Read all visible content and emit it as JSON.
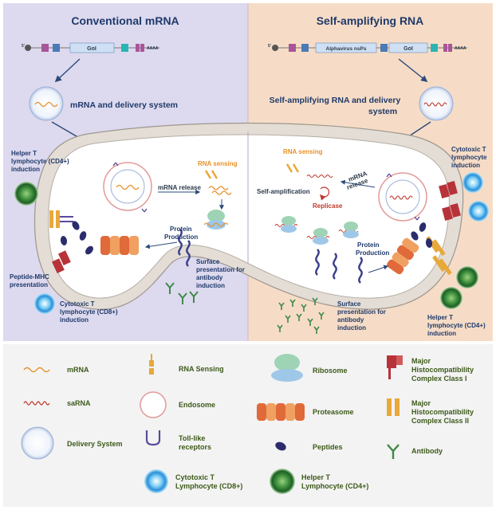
{
  "panels": {
    "left": {
      "title": "Conventional mRNA",
      "gene_label": "GoI",
      "delivery_label": "mRNA and delivery system",
      "helper_t": [
        "Helper T",
        "lymphocyte (CD4+)",
        "induction"
      ],
      "pmhc": [
        "Peptide-MHC",
        "presentation"
      ],
      "cyto_t": [
        "Cytotoxic T",
        "lymphocyte (CD8+)",
        "induction"
      ],
      "mrna_release": "mRNA release",
      "rna_sensing": "RNA sensing",
      "protein_production": [
        "Protein",
        "Production"
      ],
      "surface": [
        "Surface",
        "presentation for",
        "antibody",
        "induction"
      ]
    },
    "right": {
      "title": "Self-amplifying RNA",
      "nsp_label": "Alphavirus nsPs",
      "gene_label": "GoI",
      "delivery_label": [
        "Self-amplifying RNA and delivery",
        "system"
      ],
      "rna_sensing": "RNA sensing",
      "mrna_release": [
        "mRNA",
        "release"
      ],
      "self_amp": "Self-amplification",
      "replicase": "Replicase",
      "protein_production": [
        "Protein",
        "Production"
      ],
      "surface": [
        "Surface",
        "presentation for",
        "antibody",
        "induction"
      ],
      "cyto_t": [
        "Cytotoxic T",
        "lymphocyte",
        "induction"
      ],
      "helper_t": [
        "Helper T",
        "lymphocyte (CD4+)",
        "induction"
      ]
    }
  },
  "construct_text": {
    "cap": "5'",
    "tail": "AAAA"
  },
  "legend": {
    "mrna": "mRNA",
    "sarna": "saRNA",
    "delivery": "Delivery System",
    "rna_sensing": "RNA Sensing",
    "endosome": "Endosome",
    "tlr": [
      "Toll-like",
      "receptors"
    ],
    "cyto": [
      "Cytotoxic T",
      "Lymphocyte (CD8+)"
    ],
    "ribosome": "Ribosome",
    "proteasome": "Proteasome",
    "peptides": "Peptides",
    "helper": [
      "Helper T",
      "Lymphocyte (CD4+)"
    ],
    "mhc1": [
      "Major",
      "Histocompatibility",
      "Complex Class I"
    ],
    "mhc2": [
      "Major",
      "Histocompatibility",
      "Complex Class II"
    ],
    "antibody": "Antibody"
  },
  "colors": {
    "left_bg": "#ddd9ee",
    "right_bg": "#f6dcc6",
    "legend_bg": "#f3f3f3",
    "cell_outline": "#bdb7b0",
    "cytoplasm": "#ffffff",
    "label_blue": "#1f3a6b",
    "accent_orange": "#e8902a",
    "mhc1_red": "#b8323a",
    "mhc2_orange": "#e8a83a",
    "receptor_purple": "#5b4a9a",
    "antibody_green": "#3f8a4a",
    "ribosome_green": "#9fd3b5",
    "ribosome_blue": "#9fc8e8",
    "proteasome": "#e06a3a",
    "peptide_navy": "#2b2d6b",
    "cyto_blue": "#2a8fd8",
    "helper_green": "#2f7a3a"
  }
}
